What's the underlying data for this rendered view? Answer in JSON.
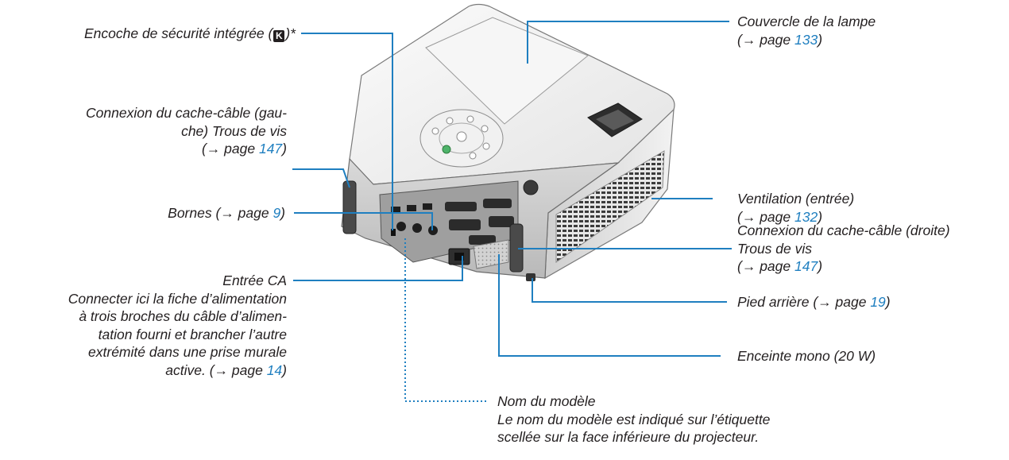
{
  "labels": {
    "security_slot": {
      "text": "Encoche de sécurité intégrée (",
      "icon_glyph": "K",
      "suffix": ")*"
    },
    "cable_left": {
      "line1": "Connexion du cache-câble (gau-",
      "line2": "che) Trous de vis",
      "page_prefix": "(→ page ",
      "page": "147",
      "page_suffix": ")"
    },
    "terminals": {
      "text": "Bornes (→ page ",
      "page": "9",
      "suffix": ")"
    },
    "ac_input": {
      "title": "Entrée CA",
      "line1": "Connecter ici la fiche d’alimentation",
      "line2": "à trois broches du câble d’alimen-",
      "line3": "tation fourni et brancher l’autre",
      "line4": "extrémité dans une prise murale",
      "line5_prefix": "active. (→ page ",
      "page": "14",
      "line5_suffix": ")"
    },
    "model_name": {
      "title": "Nom du modèle",
      "line1": "Le nom du modèle est indiqué sur l’étiquette",
      "line2": "scellée sur la face inférieure du projecteur."
    },
    "lamp_cover": {
      "title": "Couvercle de la lampe",
      "page_prefix": "(→ page ",
      "page": "133",
      "page_suffix": ")"
    },
    "ventilation": {
      "title": "Ventilation (entrée)",
      "page_prefix": "(→ page ",
      "page": "132",
      "page_suffix": ")"
    },
    "cable_right": {
      "line1": "Connexion du cache-câble (droite)",
      "line2": "Trous de vis",
      "page_prefix": "(→ page ",
      "page": "147",
      "page_suffix": ")"
    },
    "rear_foot": {
      "text": "Pied arrière (→ page ",
      "page": "19",
      "suffix": ")"
    },
    "speaker": {
      "text": "Enceinte mono (20 W)"
    }
  },
  "colors": {
    "text": "#231f20",
    "link": "#1f7fc0",
    "leader": "#1f7fc0"
  },
  "icons": {
    "security": "kensington-lock-icon"
  }
}
